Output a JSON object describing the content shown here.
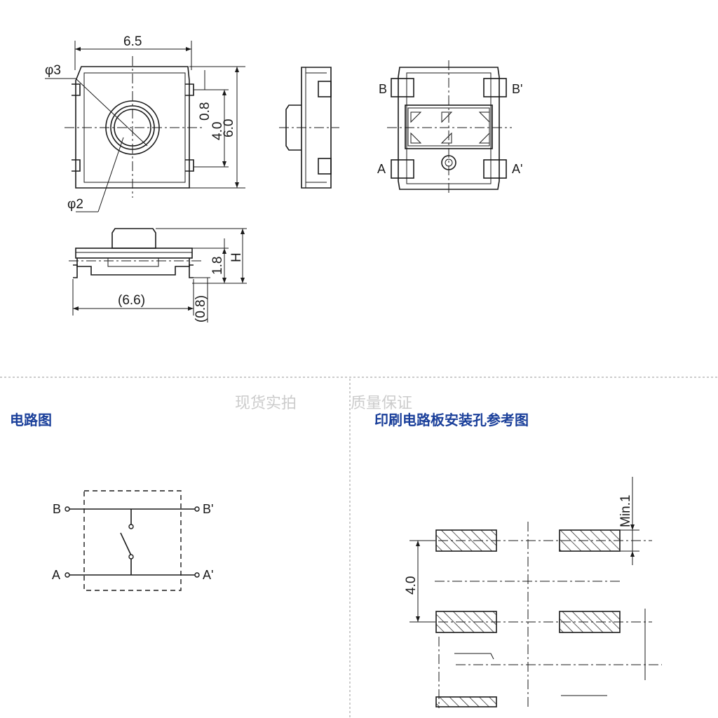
{
  "top_view": {
    "width": "6.5",
    "button_dia": "φ3",
    "stem_dia": "φ2",
    "pitch": "0.8",
    "pad_span": "4.0",
    "body": "6.0"
  },
  "pin_view": {
    "pins": [
      "B",
      "B'",
      "A",
      "A'"
    ]
  },
  "side_view": {
    "length": "(6.6)",
    "height_label": "H",
    "stem_height": "1.8",
    "standoff": "(0.8)"
  },
  "watermark": {
    "line1": "现货实拍",
    "line2": "质量保证"
  },
  "circuit": {
    "title": "电路图",
    "pins": [
      "B",
      "B'",
      "A",
      "A'"
    ]
  },
  "pcb": {
    "title": "印刷电路板安装孔参考图",
    "min_gap": "Min.1",
    "pitch": "4.0"
  }
}
